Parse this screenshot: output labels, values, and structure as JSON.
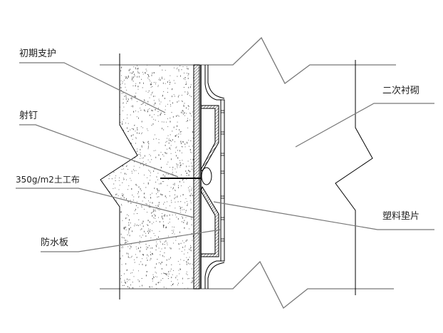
{
  "labels": {
    "primary_support": "初期支护",
    "nail": "射钉",
    "geotextile": "350g/m2土工布",
    "waterproof_board": "防水板",
    "secondary_lining": "二次衬砌",
    "plastic_gasket": "塑料垫片"
  },
  "colors": {
    "line": "#777777",
    "outline": "#000000",
    "stipple": "#555555"
  }
}
